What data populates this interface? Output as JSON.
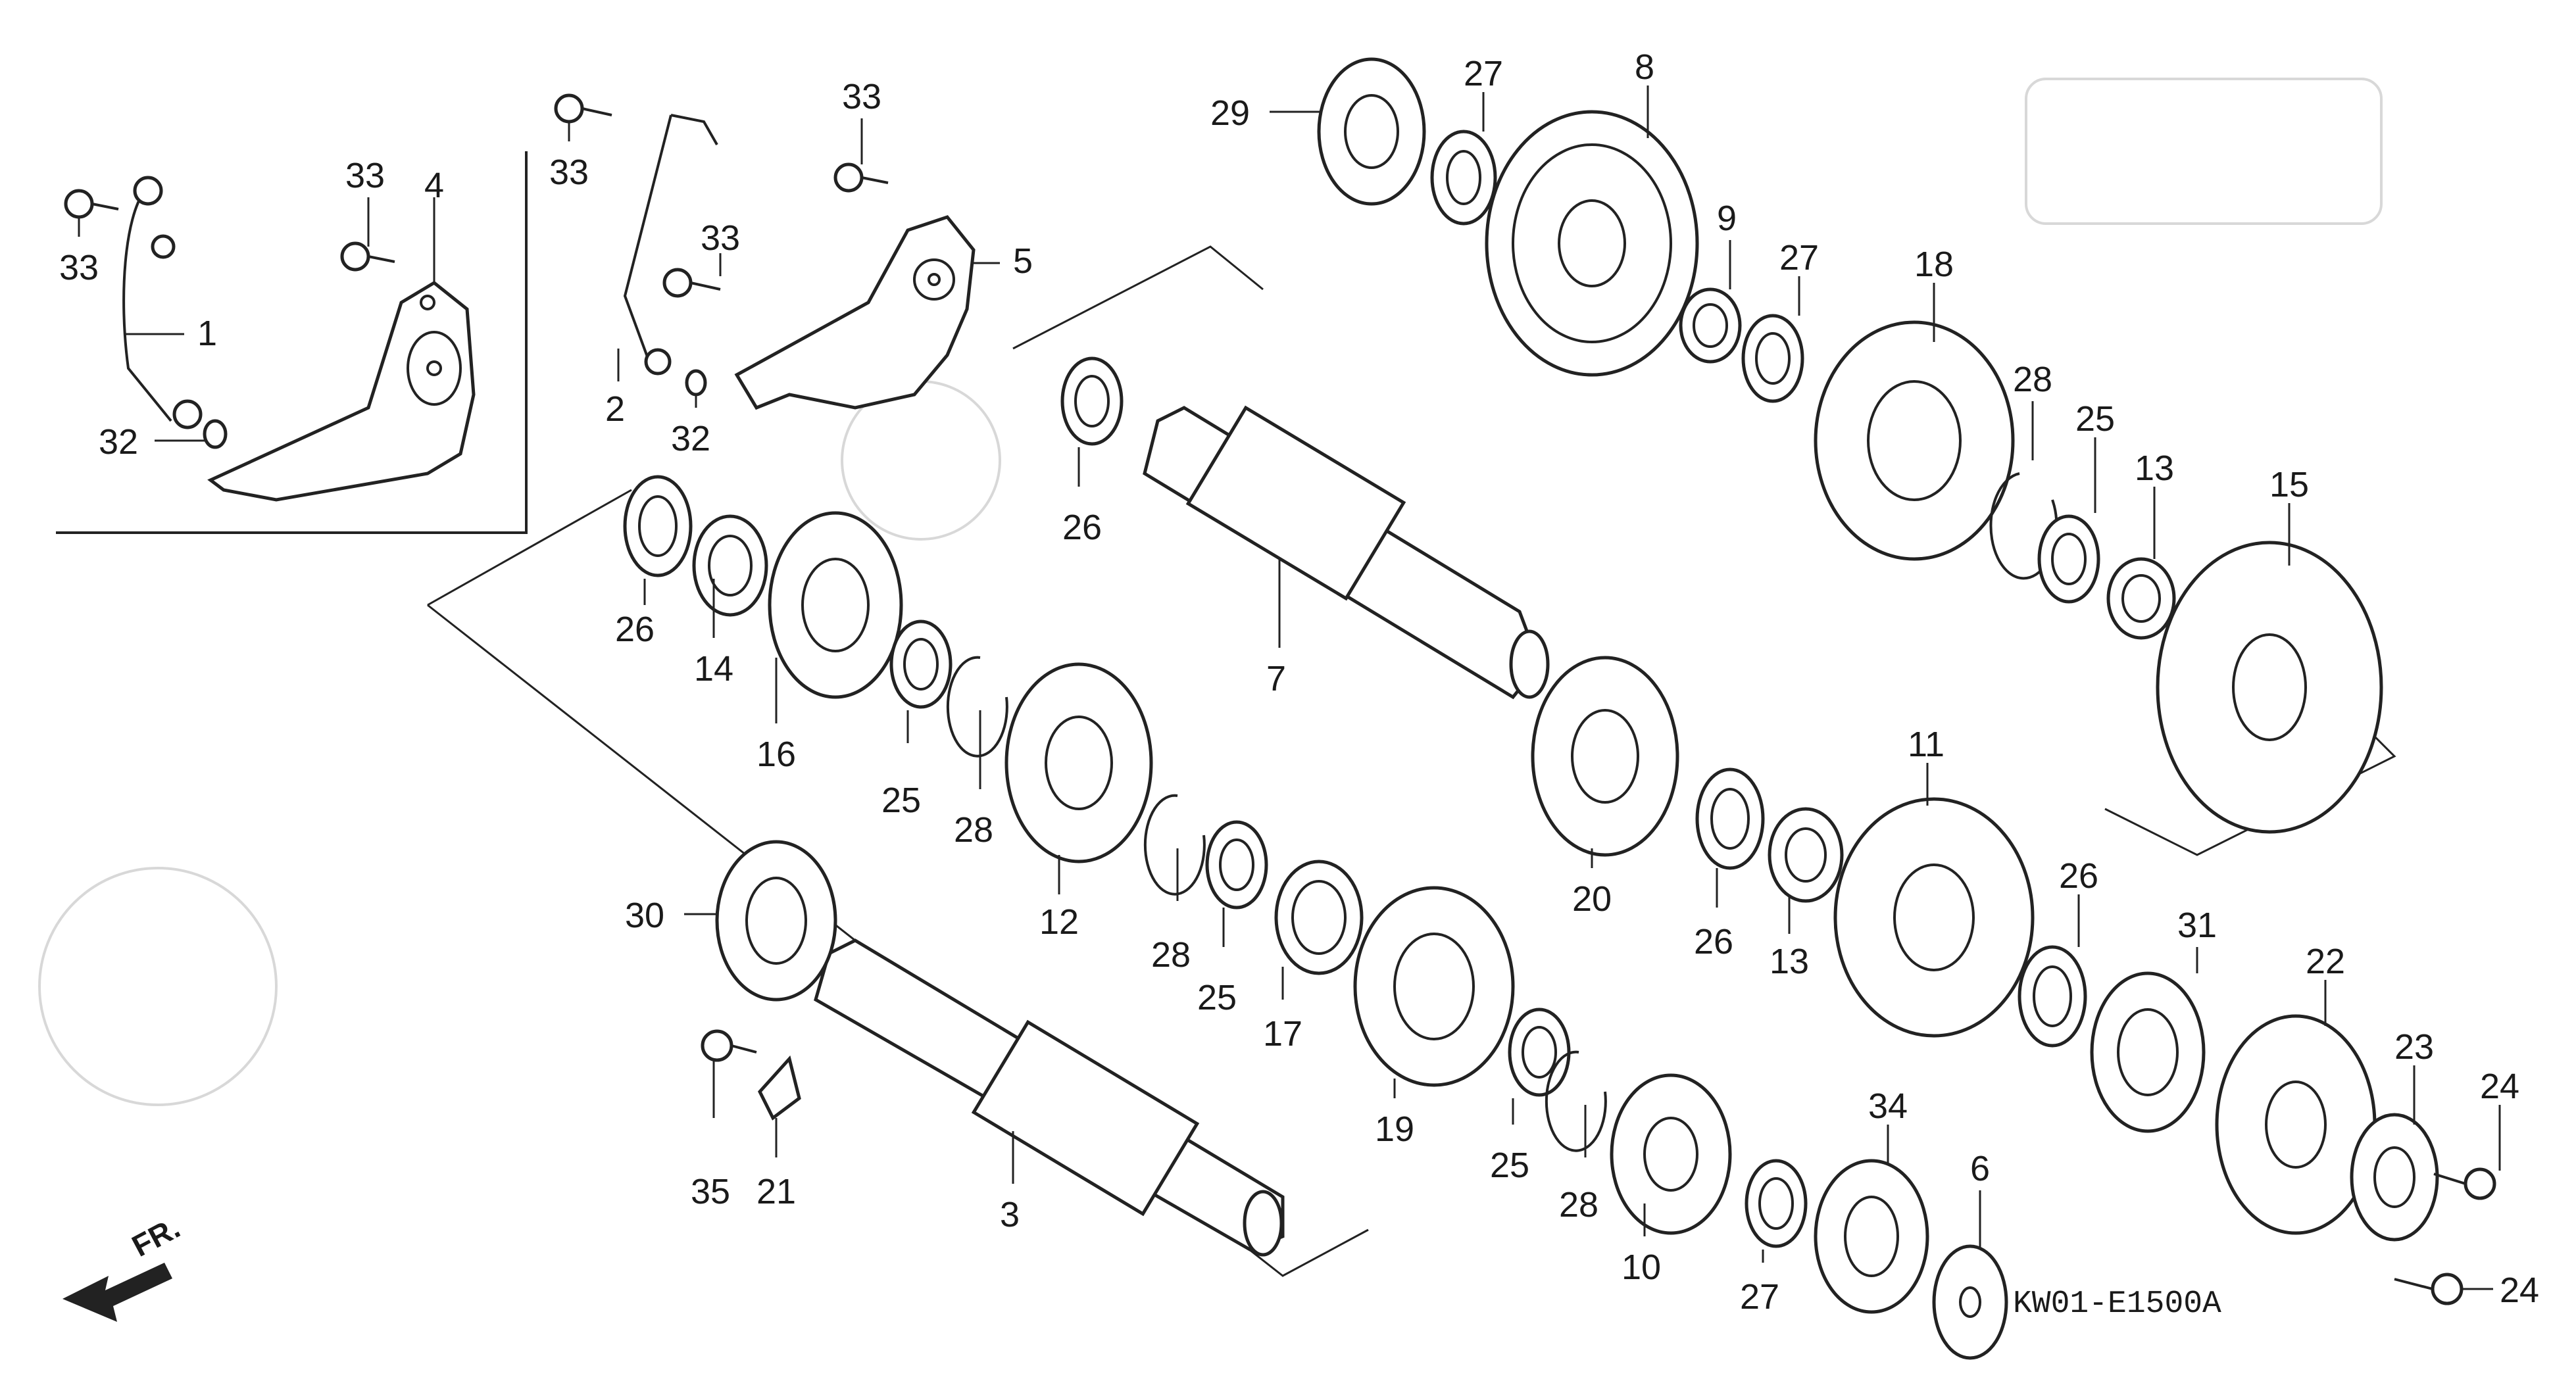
{
  "diagram": {
    "code": "KW01-E1500A",
    "direction_label": "FR.",
    "part_numbers": [
      "1",
      "2",
      "3",
      "4",
      "5",
      "6",
      "7",
      "8",
      "9",
      "10",
      "11",
      "12",
      "13",
      "13",
      "14",
      "15",
      "16",
      "17",
      "18",
      "19",
      "20",
      "21",
      "22",
      "23",
      "24",
      "24",
      "25",
      "25",
      "25",
      "25",
      "26",
      "26",
      "26",
      "26",
      "27",
      "27",
      "27",
      "28",
      "28",
      "28",
      "28",
      "29",
      "30",
      "31",
      "32",
      "32",
      "33",
      "33",
      "33",
      "33",
      "33",
      "34",
      "35"
    ]
  }
}
